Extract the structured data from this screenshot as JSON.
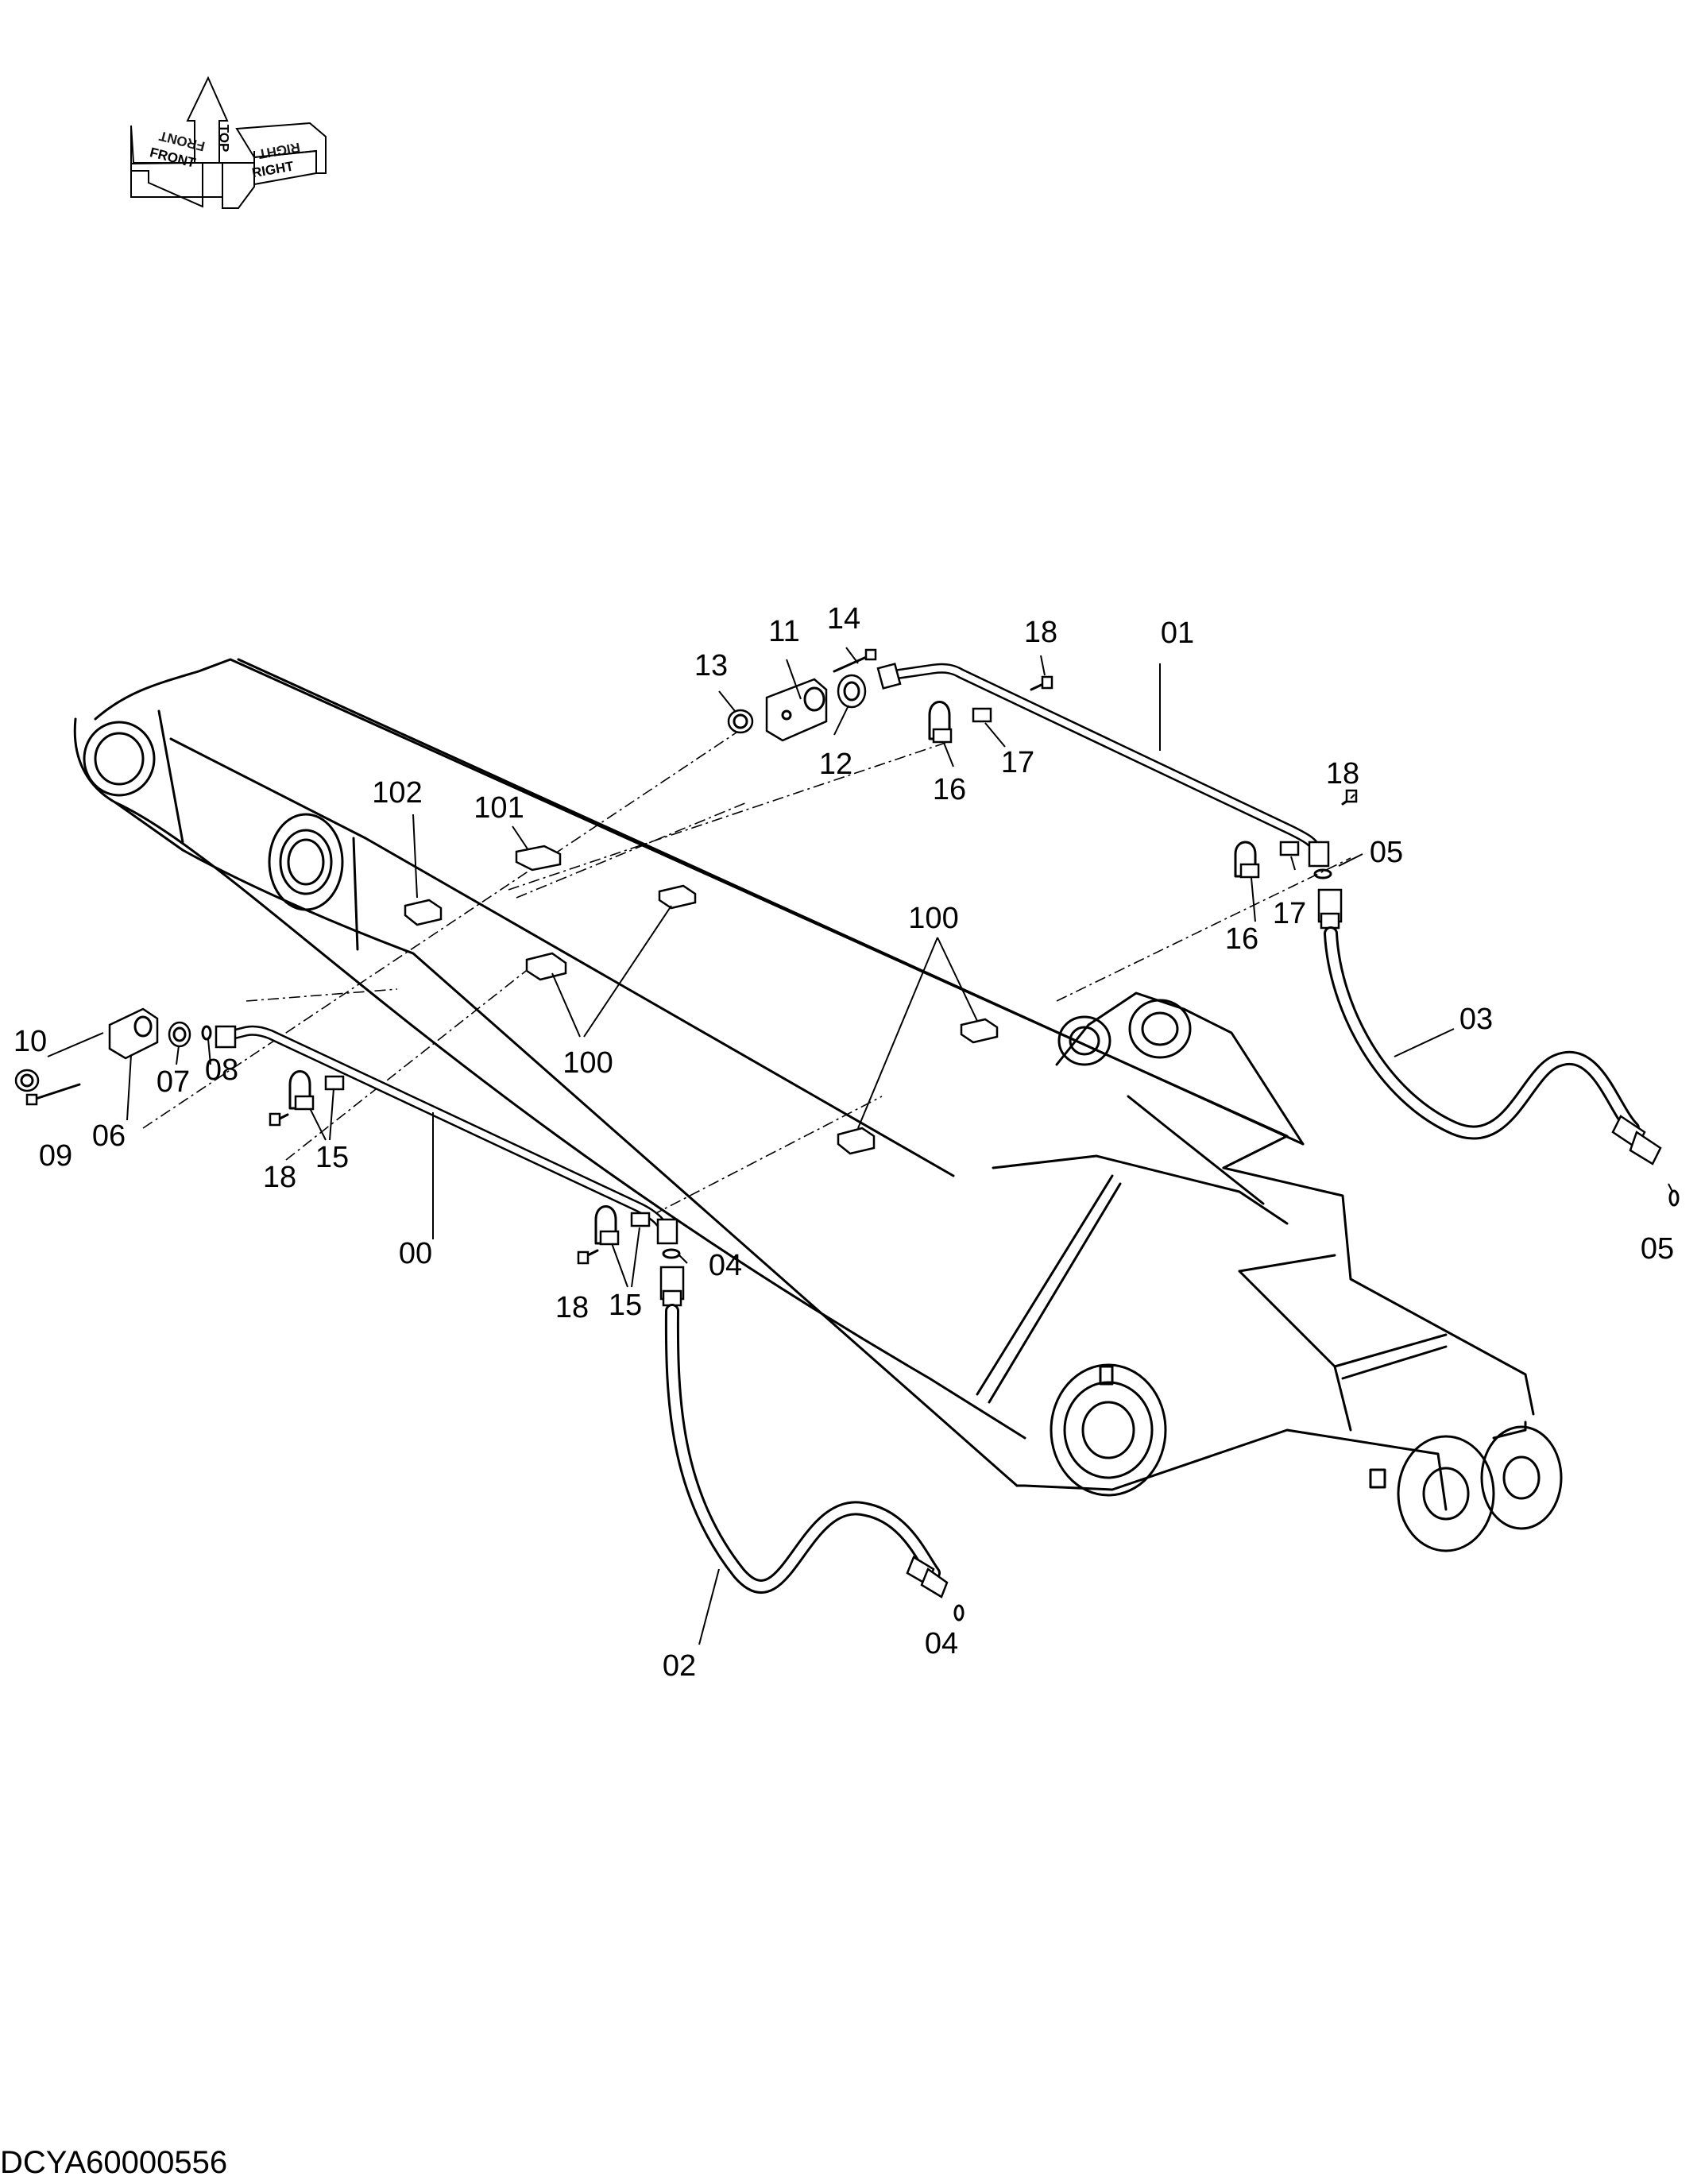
{
  "orientation": {
    "front": "FRONT",
    "top": "TOP",
    "right": "RIGHT"
  },
  "callouts": {
    "c00": "00",
    "c01": "01",
    "c02": "02",
    "c03": "03",
    "c04a": "04",
    "c04b": "04",
    "c05a": "05",
    "c05b": "05",
    "c06": "06",
    "c07": "07",
    "c08": "08",
    "c09": "09",
    "c10": "10",
    "c11": "11",
    "c12": "12",
    "c13": "13",
    "c14": "14",
    "c15a": "15",
    "c15b": "15",
    "c16a": "16",
    "c16b": "16",
    "c17a": "17",
    "c17b": "17",
    "c18a": "18",
    "c18b": "18",
    "c18c": "18",
    "c18d": "18",
    "c100a": "100",
    "c100b": "100",
    "c101": "101",
    "c102": "102"
  },
  "drawing_id": "DCYA60000556"
}
